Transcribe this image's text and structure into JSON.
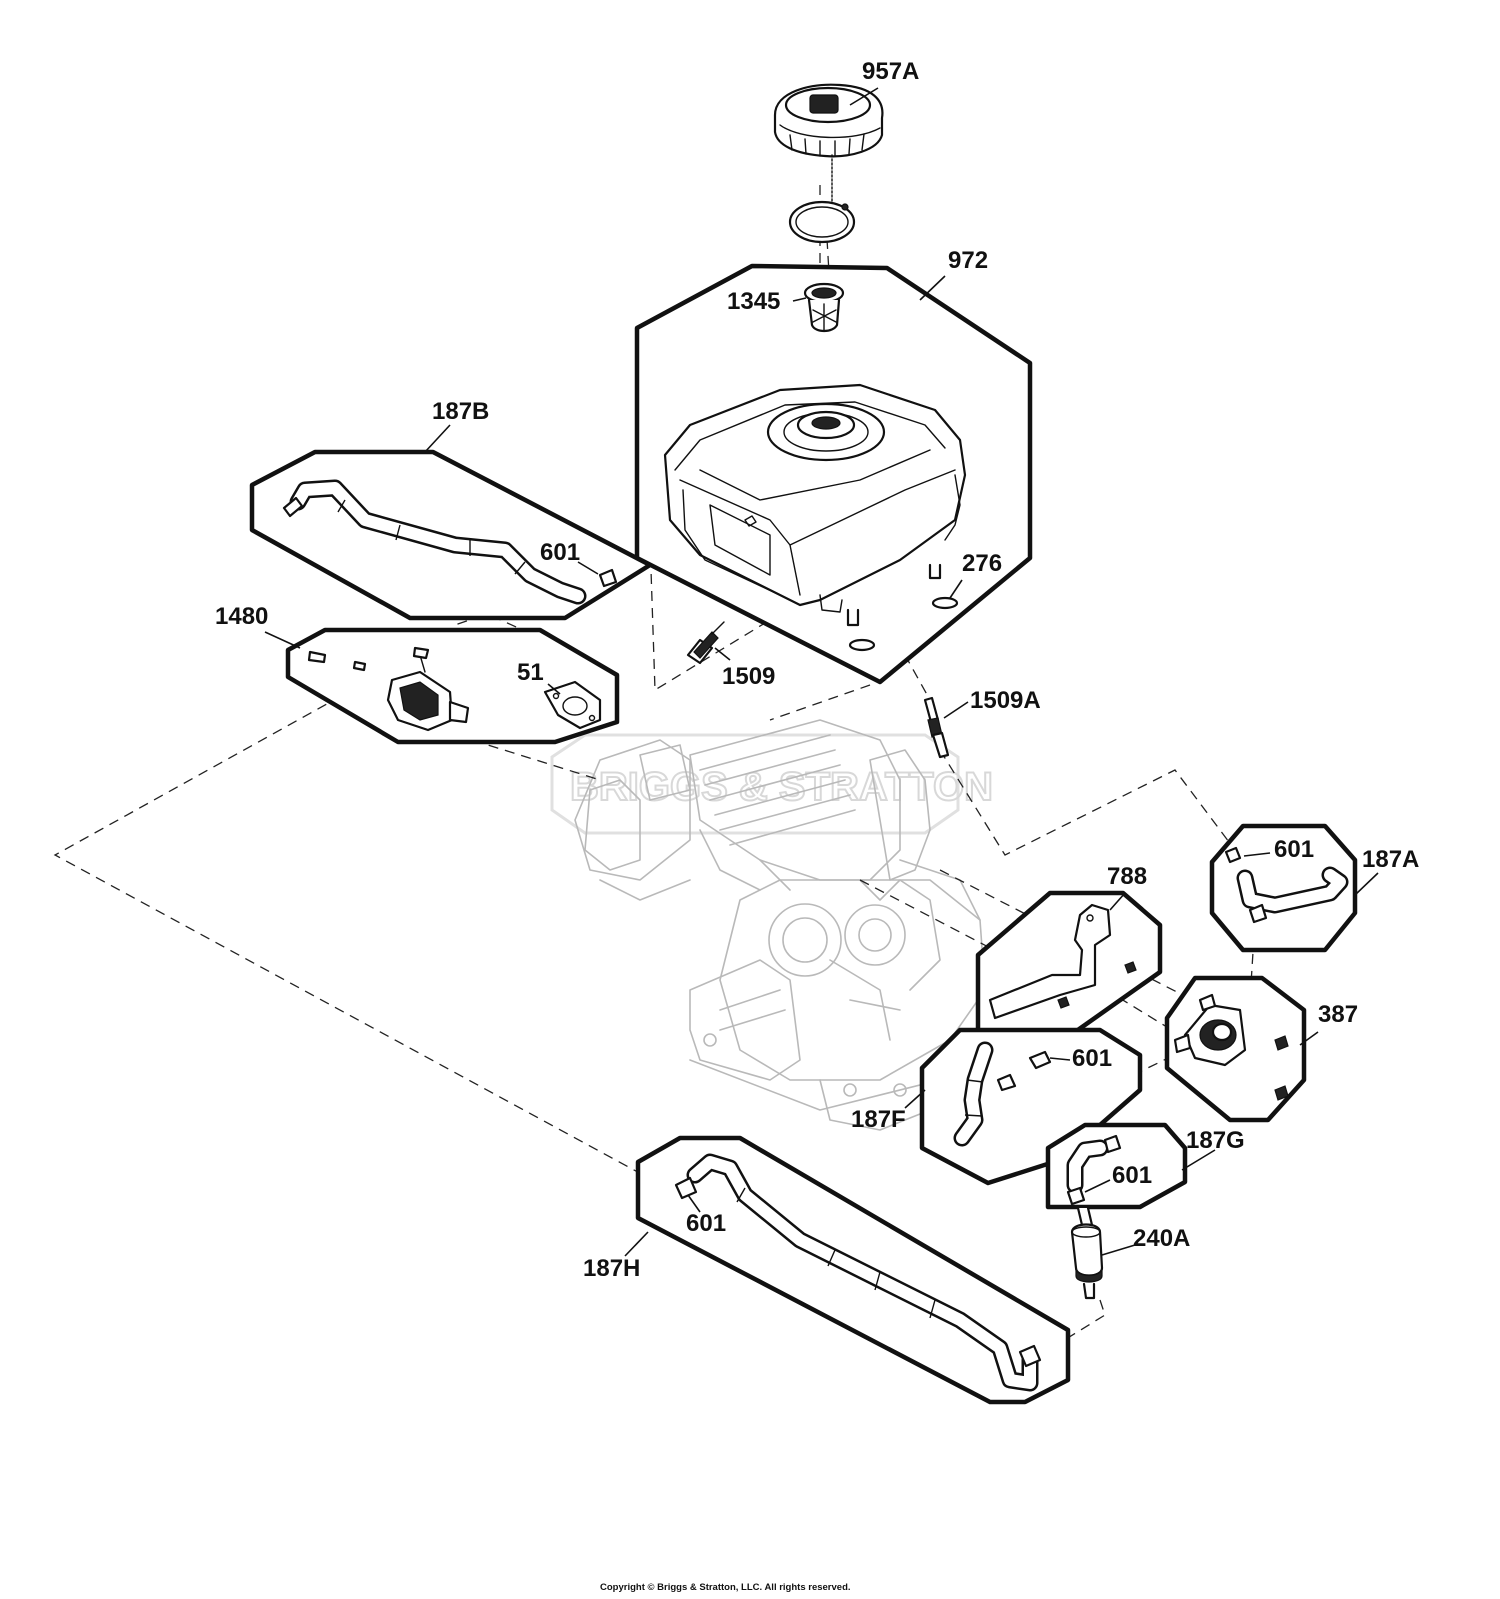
{
  "callouts": {
    "c957A": "957A",
    "c972": "972",
    "c1345": "1345",
    "c187B": "187B",
    "c601_b": "601",
    "c276": "276",
    "c1480": "1480",
    "c51": "51",
    "c1509": "1509",
    "c1509A": "1509A",
    "c601_a": "601",
    "c187A": "187A",
    "c788": "788",
    "c387": "387",
    "c601_f": "601",
    "c187F": "187F",
    "c187G": "187G",
    "c601_g": "601",
    "c240A": "240A",
    "c601_h": "601",
    "c187H": "187H"
  },
  "watermark": "BRIGGS & STRATTON",
  "copyright": "Copyright © Briggs & Stratton, LLC. All rights reserved.",
  "icons": {
    "fuel_cap": "fuel-cap-icon",
    "fuel_tank": "fuel-tank-icon",
    "engine": "engine-block-icon"
  }
}
